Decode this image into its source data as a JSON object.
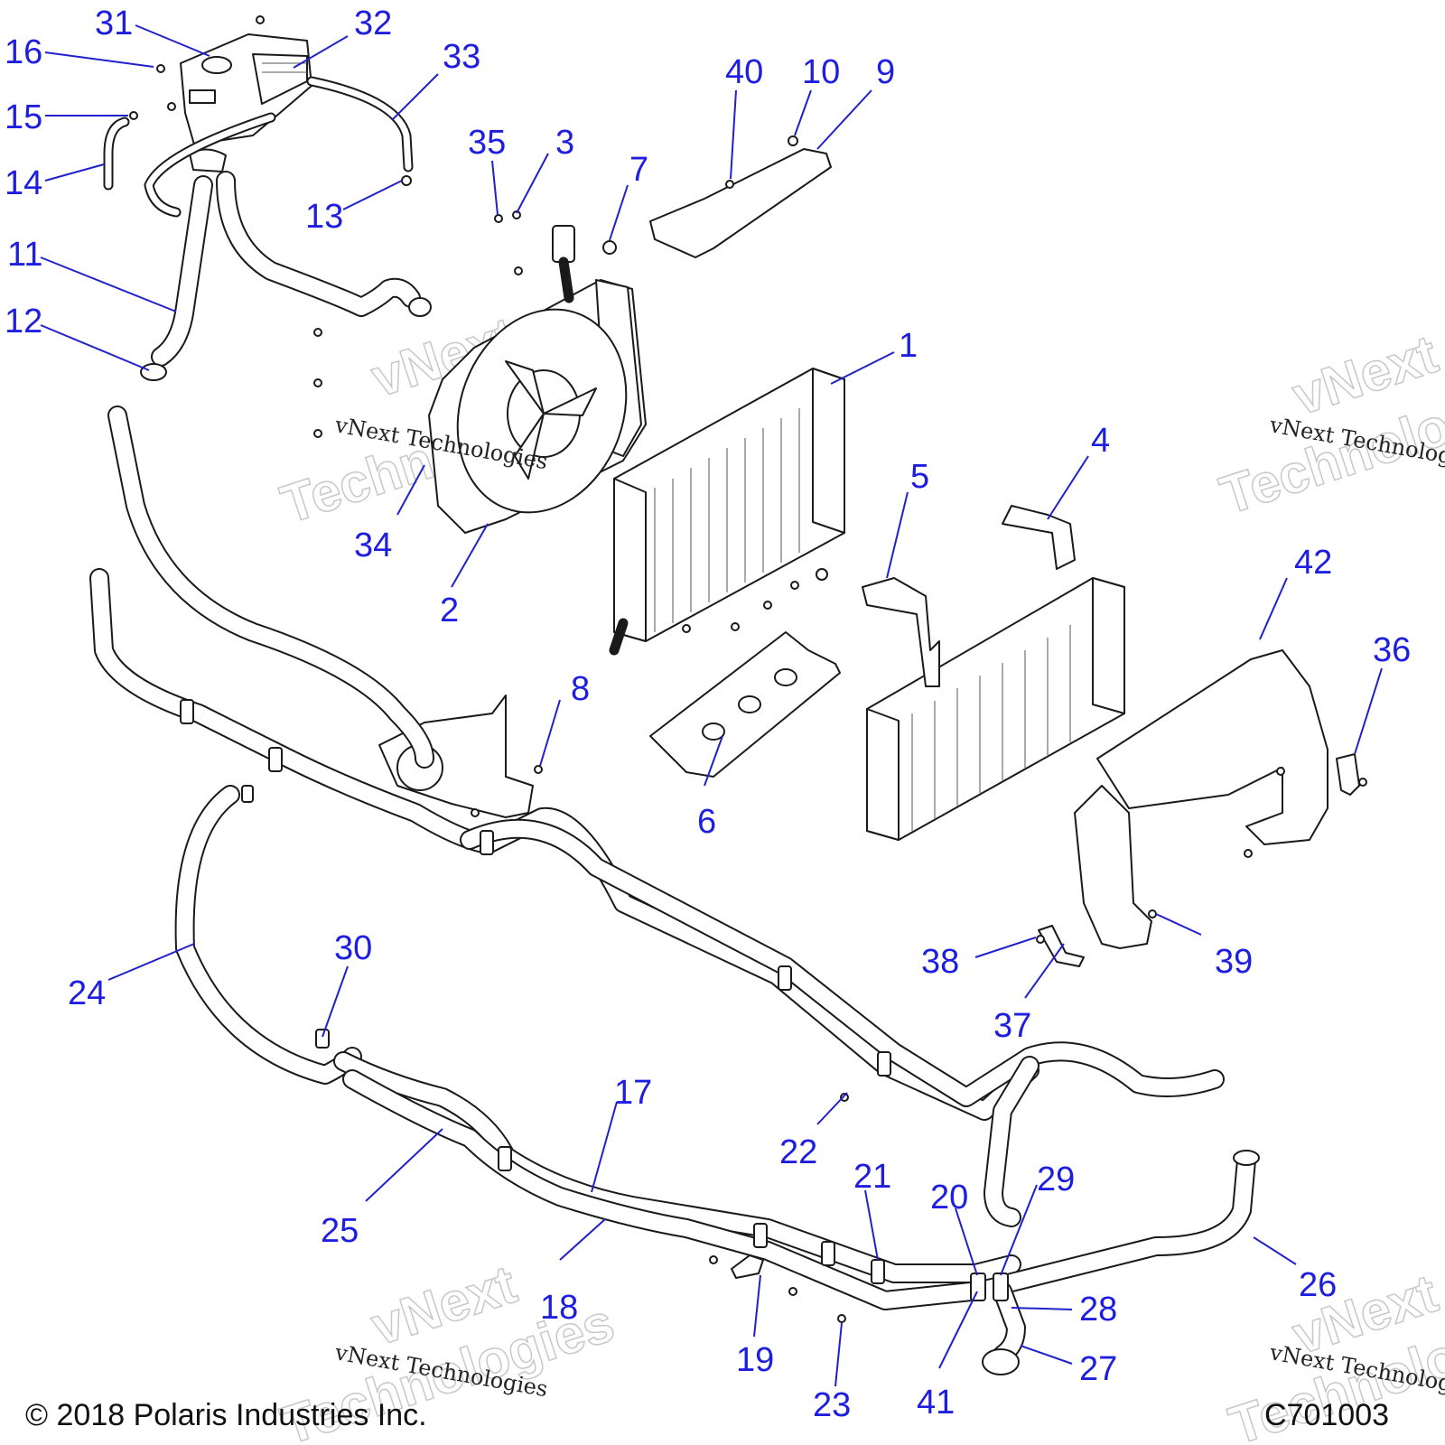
{
  "diagram": {
    "callouts": [
      {
        "id": "1",
        "label": "1"
      },
      {
        "id": "2",
        "label": "2"
      },
      {
        "id": "3",
        "label": "3"
      },
      {
        "id": "4",
        "label": "4"
      },
      {
        "id": "5",
        "label": "5"
      },
      {
        "id": "6",
        "label": "6"
      },
      {
        "id": "7",
        "label": "7"
      },
      {
        "id": "8",
        "label": "8"
      },
      {
        "id": "9",
        "label": "9"
      },
      {
        "id": "10",
        "label": "10"
      },
      {
        "id": "11",
        "label": "11"
      },
      {
        "id": "12",
        "label": "12"
      },
      {
        "id": "13",
        "label": "13"
      },
      {
        "id": "14",
        "label": "14"
      },
      {
        "id": "15",
        "label": "15"
      },
      {
        "id": "16",
        "label": "16"
      },
      {
        "id": "17",
        "label": "17"
      },
      {
        "id": "18",
        "label": "18"
      },
      {
        "id": "19",
        "label": "19"
      },
      {
        "id": "20",
        "label": "20"
      },
      {
        "id": "21",
        "label": "21"
      },
      {
        "id": "22",
        "label": "22"
      },
      {
        "id": "23",
        "label": "23"
      },
      {
        "id": "24",
        "label": "24"
      },
      {
        "id": "25",
        "label": "25"
      },
      {
        "id": "26",
        "label": "26"
      },
      {
        "id": "27",
        "label": "27"
      },
      {
        "id": "28",
        "label": "28"
      },
      {
        "id": "29",
        "label": "29"
      },
      {
        "id": "30",
        "label": "30"
      },
      {
        "id": "31",
        "label": "31"
      },
      {
        "id": "32",
        "label": "32"
      },
      {
        "id": "33",
        "label": "33"
      },
      {
        "id": "34",
        "label": "34"
      },
      {
        "id": "35",
        "label": "35"
      },
      {
        "id": "36",
        "label": "36"
      },
      {
        "id": "37",
        "label": "37"
      },
      {
        "id": "38",
        "label": "38"
      },
      {
        "id": "39",
        "label": "39"
      },
      {
        "id": "40",
        "label": "40"
      },
      {
        "id": "41",
        "label": "41"
      },
      {
        "id": "42",
        "label": "42"
      }
    ],
    "watermark_text": "vNext Technologies",
    "watermark_large_1": "vNext",
    "watermark_large_2": "Technologies",
    "copyright": "© 2018 Polaris Industries Inc.",
    "figure_code": "C701003",
    "colors": {
      "callout": "#1e1ee0",
      "line": "#1a1a1a"
    }
  }
}
